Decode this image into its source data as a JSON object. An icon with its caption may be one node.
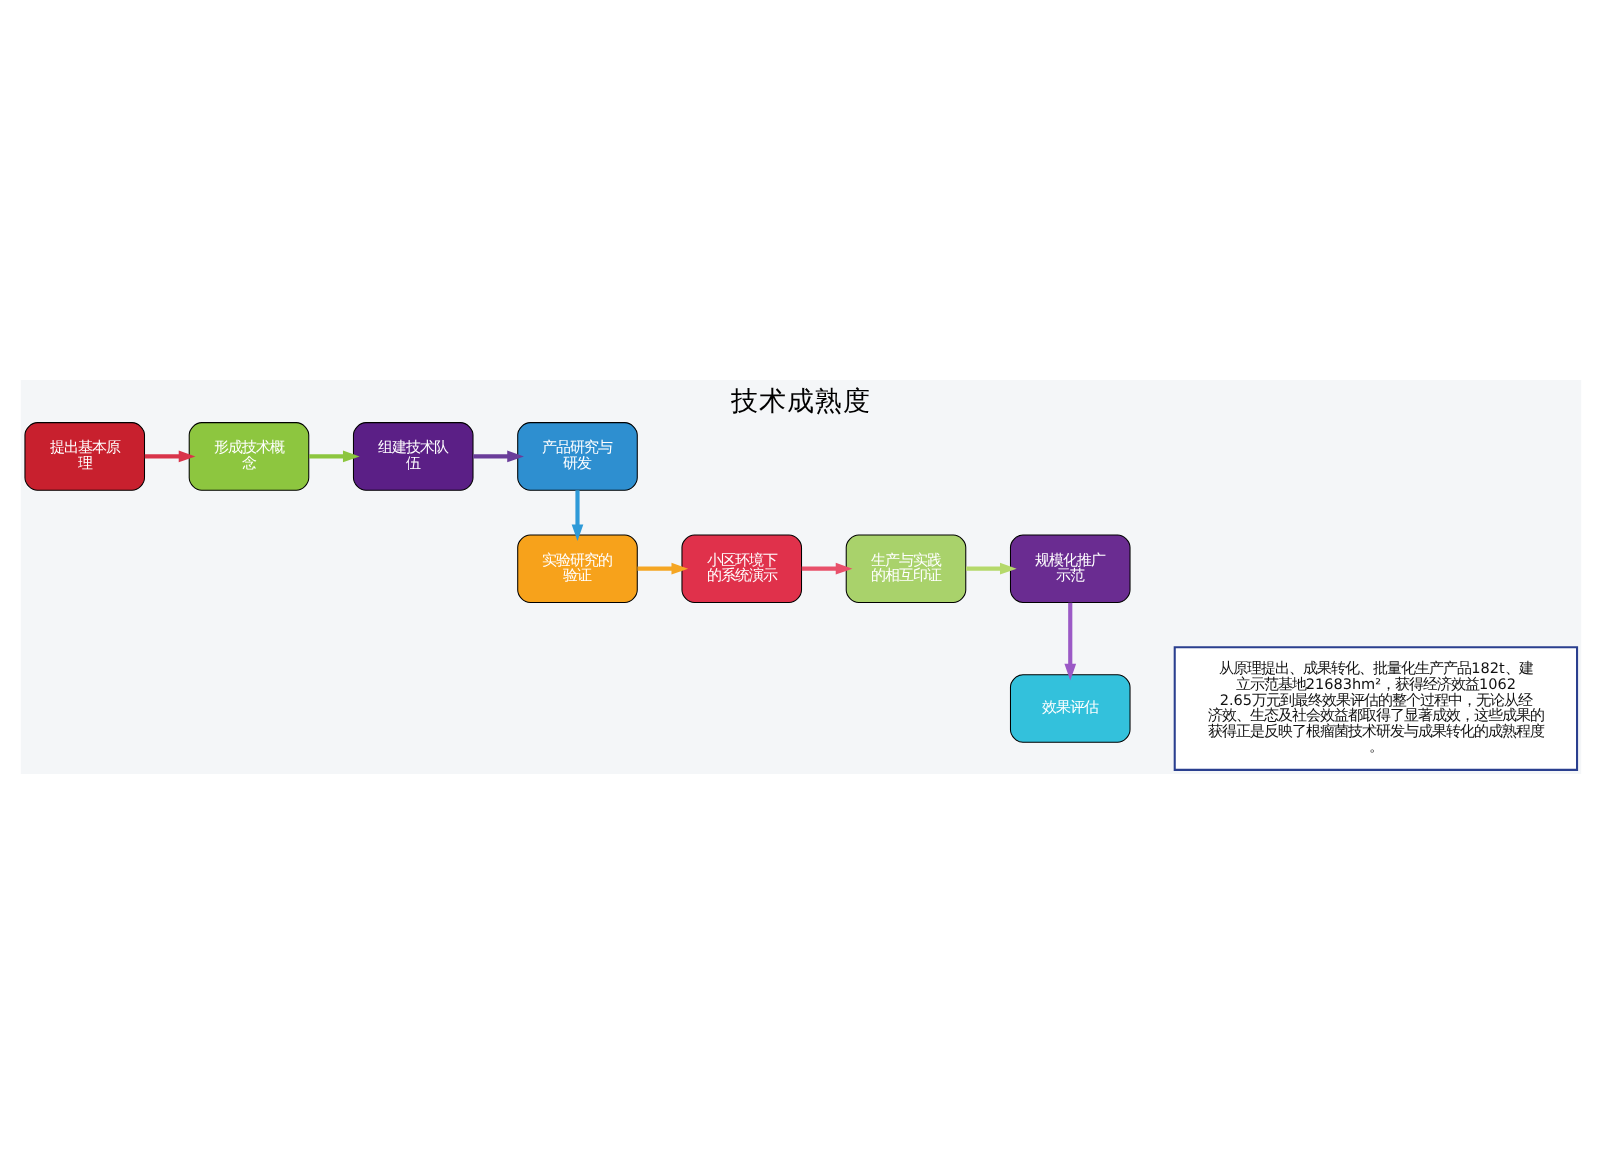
{
  "diagram": {
    "title": "技术成熟度",
    "nodes": [
      {
        "text": [
          "提出基本原理"
        ]
      },
      {
        "text": [
          "形成技术概念"
        ]
      },
      {
        "text": [
          "组建技术队伍"
        ]
      },
      {
        "text": [
          "产品研究与研发"
        ]
      },
      {
        "text": [
          "实验研究的验证"
        ]
      },
      {
        "text": [
          "小区环境下的系统演示"
        ]
      },
      {
        "text": [
          "生产与实践的相互印证"
        ]
      },
      {
        "text": [
          "规模化推广示范"
        ]
      },
      {
        "text": [
          "效果评估"
        ]
      },
      {
        "text": [
          "从原理提出、成果转化、批量化生产产品182t、建立示范基地21683hm²，获得经济效益10622.65万元到最终效果评估的整个过程中，无论从经济效、生态及社会效益都取得了显著成效，这些成果的获得正是反映了根瘤菌技术研发与成果转化的成熟程度。"
        ]
      }
    ],
    "edges": [
      {
        "from": 0,
        "to": 1,
        "arrow": "to",
        "color": "#d9344a"
      },
      {
        "from": 1,
        "to": 2,
        "arrow": "to",
        "color": "#8cc63f"
      },
      {
        "from": 2,
        "to": 3,
        "arrow": "to",
        "color": "#6a3d9a"
      },
      {
        "from": 3,
        "to": 4,
        "arrow": "to",
        "color": "#2e9ad8"
      },
      {
        "from": 4,
        "to": 5,
        "arrow": "to",
        "color": "#f5a623"
      },
      {
        "from": 5,
        "to": 6,
        "arrow": "to",
        "color": "#e8506a"
      },
      {
        "from": 6,
        "to": 7,
        "arrow": "to",
        "color": "#b5d96b"
      },
      {
        "from": 7,
        "to": 8,
        "arrow": "to",
        "color": "#9b59c6"
      }
    ]
  }
}
